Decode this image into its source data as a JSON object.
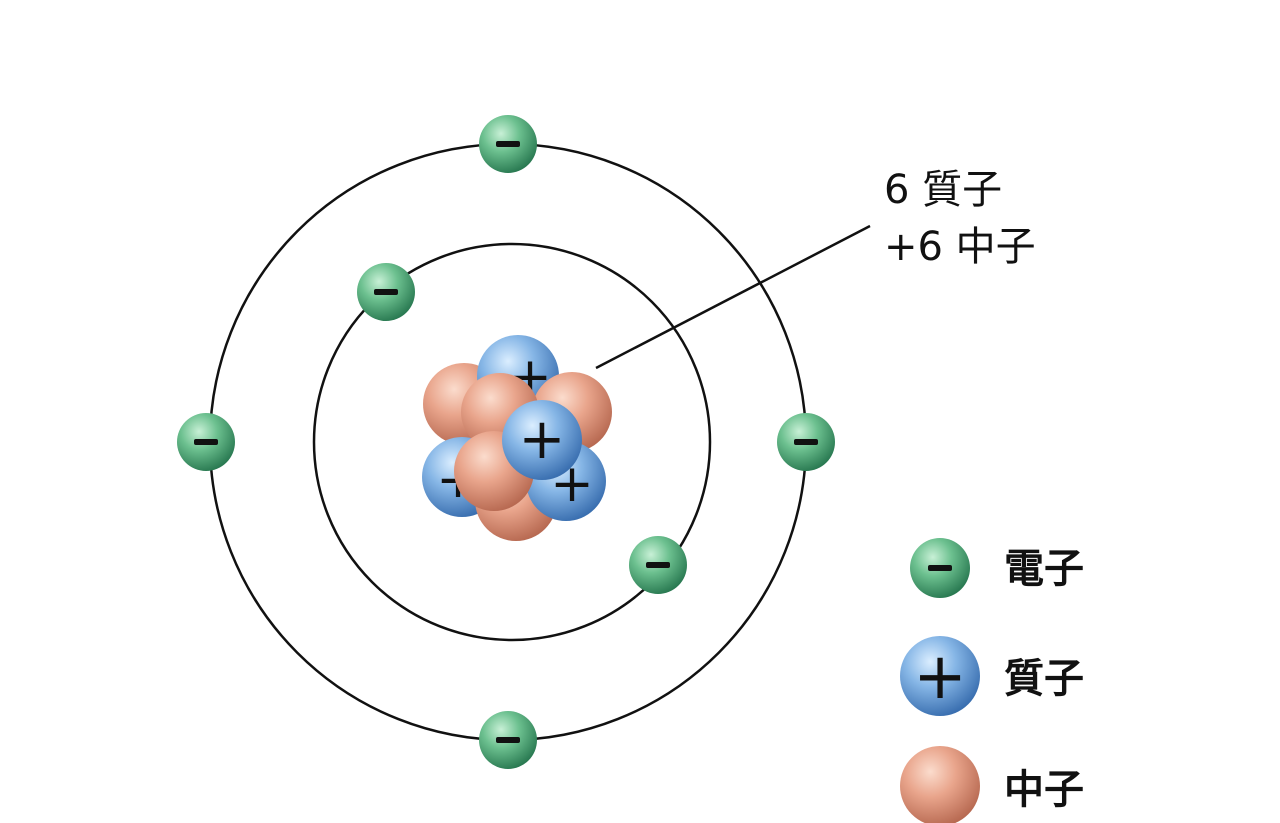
{
  "diagram": {
    "annotation": {
      "line1": "6 質子",
      "line2": "+6 中子"
    },
    "particles": {
      "electron": {
        "symbol": "−",
        "color_light": "#8fd3a8",
        "color_dark": "#2f8a5c"
      },
      "proton": {
        "symbol": "+",
        "color_light": "#a9cdf0",
        "color_dark": "#3d78b8"
      },
      "neutron": {
        "color_light": "#f2b9a3",
        "color_dark": "#c97a63"
      }
    },
    "counts": {
      "electrons": 6,
      "protons": 6,
      "neutrons": 6
    },
    "legend": [
      {
        "type": "electron",
        "label": "電子"
      },
      {
        "type": "proton",
        "label": "質子"
      },
      {
        "type": "neutron",
        "label": "中子"
      }
    ]
  }
}
